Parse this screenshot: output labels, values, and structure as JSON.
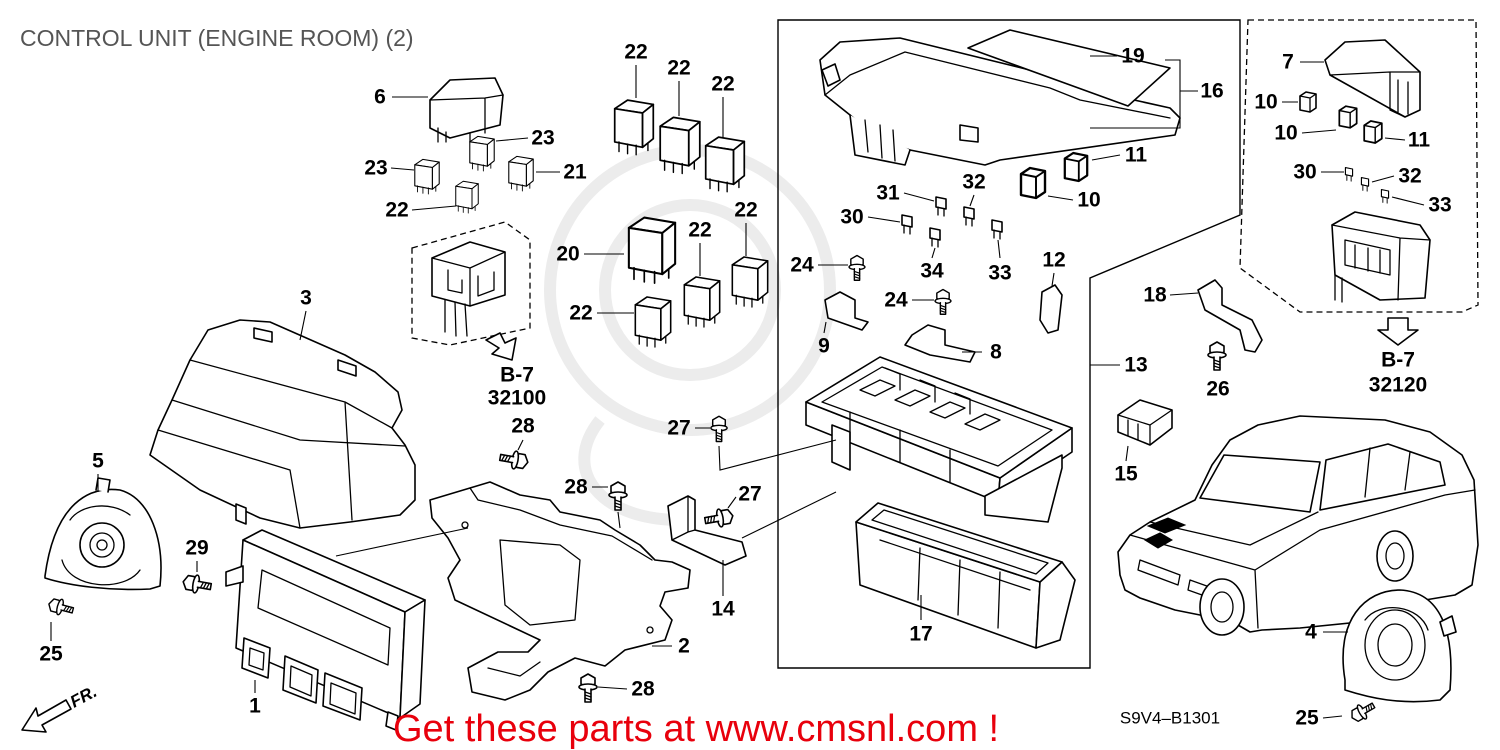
{
  "title": "CONTROL UNIT (ENGINE ROOM) (2)",
  "callouts": [
    "22",
    "22",
    "22",
    "6",
    "23",
    "23",
    "21",
    "22",
    "20",
    "22",
    "22",
    "22",
    "3",
    "5",
    "29",
    "25",
    "1",
    "28",
    "28",
    "28",
    "27",
    "27",
    "14",
    "2",
    "19",
    "16",
    "11",
    "10",
    "31",
    "32",
    "30",
    "24",
    "34",
    "33",
    "12",
    "9",
    "24",
    "8",
    "13",
    "17",
    "7",
    "10",
    "10",
    "11",
    "30",
    "32",
    "33",
    "18",
    "26",
    "15",
    "4",
    "25"
  ],
  "references": [
    {
      "section": "B-7",
      "number": "32100"
    },
    {
      "section": "B-7",
      "number": "32120"
    }
  ],
  "diagram_code": "S9V4–B1301",
  "front_label": "FR.",
  "promo_text": "Get these parts at www.cmsnl.com !",
  "colors": {
    "line": "#000000",
    "title": "#555555",
    "promo": "#e8000c",
    "background": "#ffffff"
  }
}
